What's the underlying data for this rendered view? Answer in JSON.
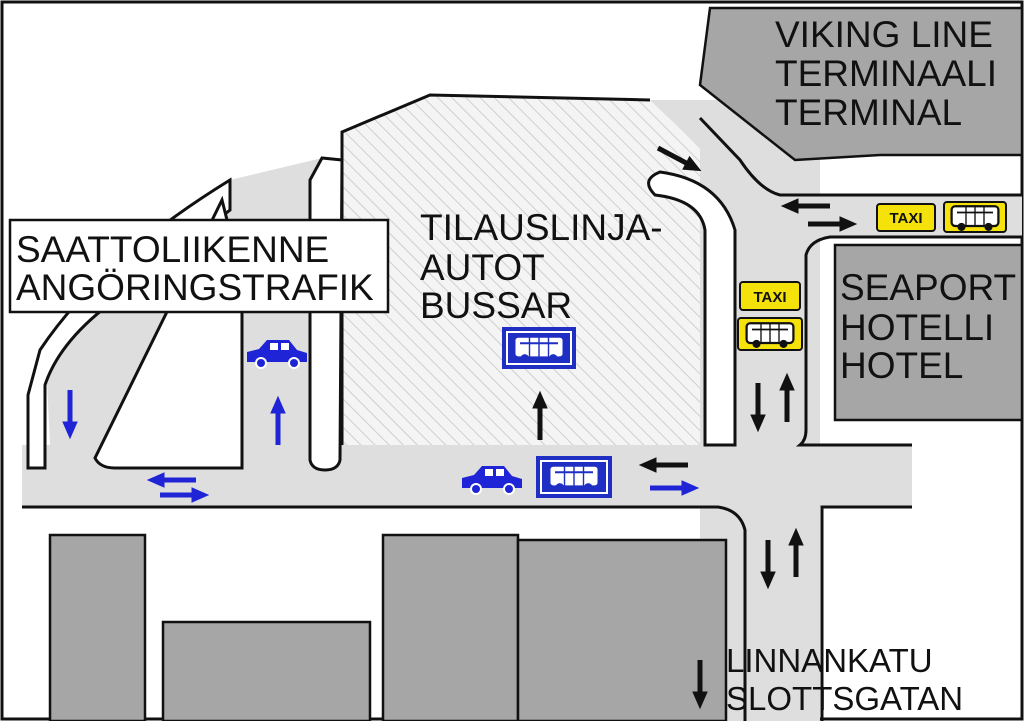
{
  "labels": {
    "viking_line": [
      "VIKING LINE",
      "TERMINAALI",
      "TERMINAL"
    ],
    "saattoliikenne": [
      "SAATTOLIIKENNE",
      "ANGÖRINGSTRAFIK"
    ],
    "tilauslinja": [
      "TILAUSLINJA-",
      "AUTOT",
      "BUSSAR"
    ],
    "seaport": [
      "SEAPORT",
      "HOTELLI",
      "HOTEL"
    ],
    "linnankatu": [
      "LINNANKATU",
      "SLOTTSGATAN"
    ]
  },
  "signs": {
    "taxi": "TAXI"
  },
  "icons": {
    "car": "car-icon",
    "bus": "bus-icon",
    "taxi": "taxi-sign-icon"
  },
  "colors": {
    "road": "#dedede",
    "building": "#a6a6a6",
    "pickup_arrow": "#1f24d6",
    "traffic_arrow": "#111111",
    "sign_yellow": "#f5e20a",
    "bus_sign_blue": "#1f2fc4"
  }
}
